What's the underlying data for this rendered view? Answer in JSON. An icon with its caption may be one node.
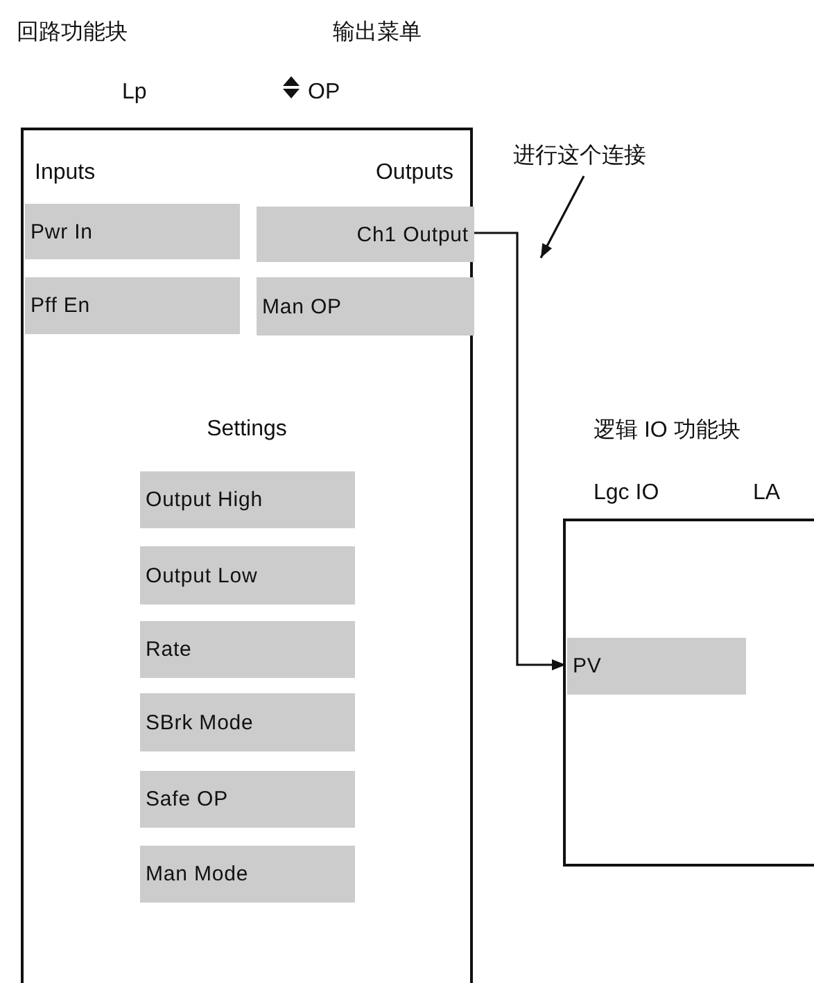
{
  "diagram": {
    "nodes": [
      {
        "text": [
          "Inputs",
          "Outputs",
          "Settings"
        ]
      },
      {
        "text": [
          "Pwr In"
        ],
        "in": 0
      },
      {
        "text": [
          "Ch1 Output"
        ],
        "in": 0
      },
      {
        "text": [
          "Pff En"
        ],
        "in": 0
      },
      {
        "text": [
          "Man OP"
        ],
        "in": 0
      },
      {
        "text": [
          "Output High"
        ],
        "in": 0
      },
      {
        "text": [
          "Output Low"
        ],
        "in": 0
      },
      {
        "text": [
          "Rate"
        ],
        "in": 0
      },
      {
        "text": [
          "SBrk Mode"
        ],
        "in": 0
      },
      {
        "text": [
          "Safe OP"
        ],
        "in": 0
      },
      {
        "text": [
          "Man Mode"
        ],
        "in": 0
      },
      {
        "text": [],
        "shape": "box"
      },
      {
        "text": [
          "PV"
        ],
        "in": 11
      },
      {
        "text": [
          "进行这个连接"
        ]
      }
    ],
    "edges": [
      {
        "from": 2,
        "to": 12,
        "arrow": "to"
      },
      {
        "from": 13,
        "to": null,
        "arrow": "to"
      }
    ],
    "labels": [
      "回路功能块",
      "输出菜单",
      "Lp",
      "OP",
      "逻辑 IO 功能块",
      "Lgc IO",
      "LA"
    ]
  }
}
